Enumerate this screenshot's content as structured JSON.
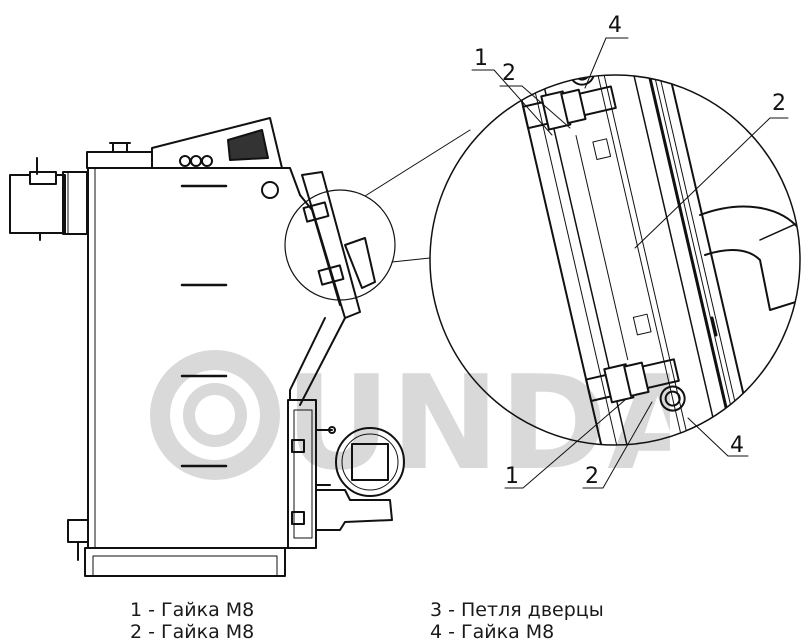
{
  "watermark": {
    "text": "UNDA",
    "color": "#d9d9d9"
  },
  "callouts": {
    "top_1": "1",
    "top_2": "2",
    "top_4": "4",
    "right_2": "2",
    "bottom_1": "1",
    "bottom_2": "2",
    "bottom_4": "4"
  },
  "legend": {
    "items": [
      "1 - Гайка М8",
      "2 - Гайка М8",
      "3 - Петля дверцы",
      "4 - Гайка М8"
    ]
  }
}
